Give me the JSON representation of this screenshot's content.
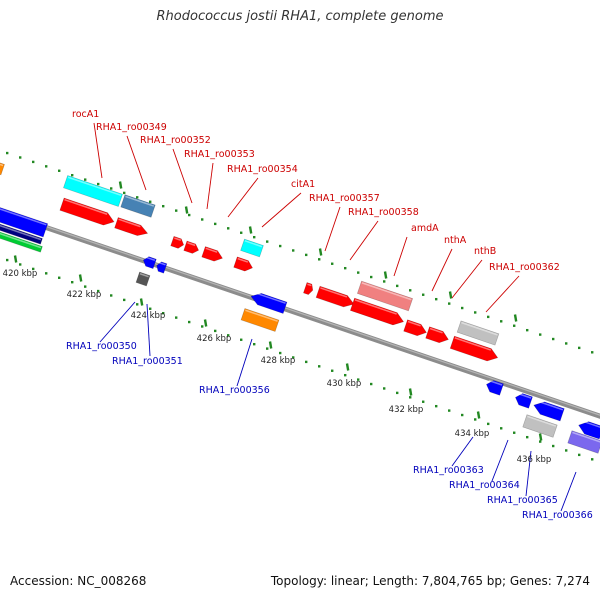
{
  "title": "Rhodococcus jostii RHA1, complete genome",
  "footer": {
    "accession": "Accession: NC_008268",
    "topology": "Topology: linear; Length: 7,804,765 bp; Genes: 7,274"
  },
  "colors": {
    "top_labels": "#cc0000",
    "bottom_labels": "#0000bb",
    "ruler_ticks": "#228822",
    "backbone": "#888888"
  },
  "scale_labels": [
    "420 kbp",
    "422 kbp",
    "424 kbp",
    "426 kbp",
    "428 kbp",
    "430 kbp",
    "432 kbp",
    "434 kbp",
    "436 kbp"
  ],
  "top_labels": [
    "rocA1",
    "RHA1_ro00349",
    "RHA1_ro00352",
    "RHA1_ro00353",
    "RHA1_ro00354",
    "citA1",
    "RHA1_ro00357",
    "RHA1_ro00358",
    "amdA",
    "nthA",
    "nthB",
    "RHA1_ro00362"
  ],
  "bottom_labels": [
    "RHA1_ro00350",
    "RHA1_ro00351",
    "RHA1_ro00356",
    "RHA1_ro00363",
    "RHA1_ro00364",
    "RHA1_ro00365",
    "RHA1_ro00366"
  ]
}
